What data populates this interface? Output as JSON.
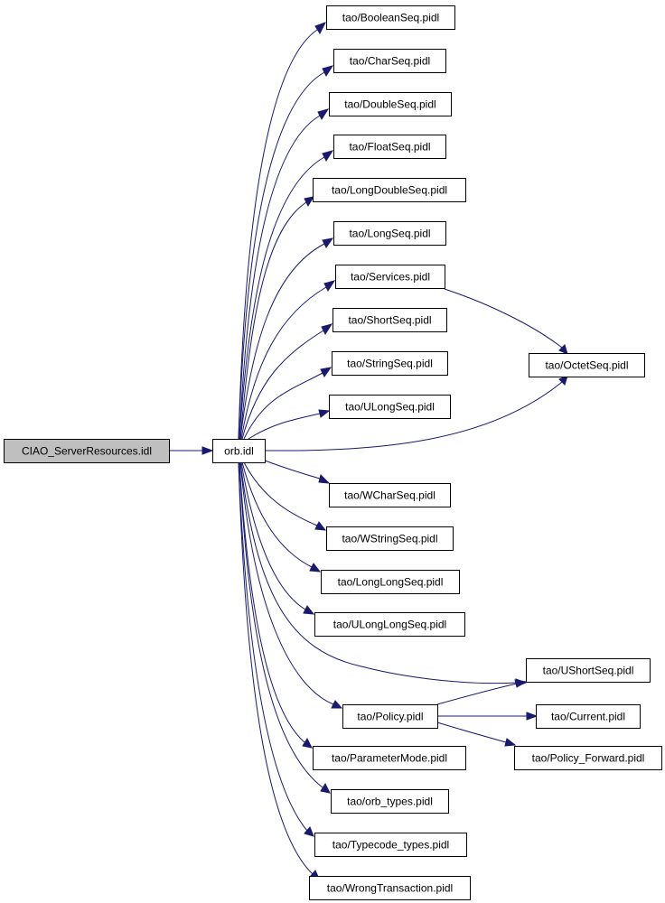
{
  "colors": {
    "edge": "#191970",
    "root_fill": "#bfbfbf",
    "node_fill": "#ffffff",
    "border": "#000000"
  },
  "nodes": {
    "root": "CIAO_ServerResources.idl",
    "orb": "orb.idl",
    "boolean": "tao/BooleanSeq.pidl",
    "char": "tao/CharSeq.pidl",
    "double": "tao/DoubleSeq.pidl",
    "float": "tao/FloatSeq.pidl",
    "longdouble": "tao/LongDoubleSeq.pidl",
    "long": "tao/LongSeq.pidl",
    "services": "tao/Services.pidl",
    "short": "tao/ShortSeq.pidl",
    "string": "tao/StringSeq.pidl",
    "ulong": "tao/ULongSeq.pidl",
    "octet": "tao/OctetSeq.pidl",
    "wchar": "tao/WCharSeq.pidl",
    "wstring": "tao/WStringSeq.pidl",
    "longlong": "tao/LongLongSeq.pidl",
    "ulonglong": "tao/ULongLongSeq.pidl",
    "ushort": "tao/UShortSeq.pidl",
    "policy": "tao/Policy.pidl",
    "current": "tao/Current.pidl",
    "policyfwd": "tao/Policy_Forward.pidl",
    "parammode": "tao/ParameterMode.pidl",
    "orbtypes": "tao/orb_types.pidl",
    "typecode": "tao/Typecode_types.pidl",
    "wrongtx": "tao/WrongTransaction.pidl"
  },
  "edges": [
    {
      "from": "root",
      "to": "orb"
    },
    {
      "from": "orb",
      "to": "boolean"
    },
    {
      "from": "orb",
      "to": "char"
    },
    {
      "from": "orb",
      "to": "double"
    },
    {
      "from": "orb",
      "to": "float"
    },
    {
      "from": "orb",
      "to": "longdouble"
    },
    {
      "from": "orb",
      "to": "long"
    },
    {
      "from": "orb",
      "to": "services"
    },
    {
      "from": "orb",
      "to": "short"
    },
    {
      "from": "orb",
      "to": "string"
    },
    {
      "from": "orb",
      "to": "ulong"
    },
    {
      "from": "orb",
      "to": "octet"
    },
    {
      "from": "orb",
      "to": "wchar"
    },
    {
      "from": "orb",
      "to": "wstring"
    },
    {
      "from": "orb",
      "to": "longlong"
    },
    {
      "from": "orb",
      "to": "ulonglong"
    },
    {
      "from": "orb",
      "to": "ushort"
    },
    {
      "from": "orb",
      "to": "policy"
    },
    {
      "from": "orb",
      "to": "parammode"
    },
    {
      "from": "orb",
      "to": "orbtypes"
    },
    {
      "from": "orb",
      "to": "typecode"
    },
    {
      "from": "orb",
      "to": "wrongtx"
    },
    {
      "from": "services",
      "to": "octet"
    },
    {
      "from": "policy",
      "to": "ushort"
    },
    {
      "from": "policy",
      "to": "current"
    },
    {
      "from": "policy",
      "to": "policyfwd"
    }
  ]
}
